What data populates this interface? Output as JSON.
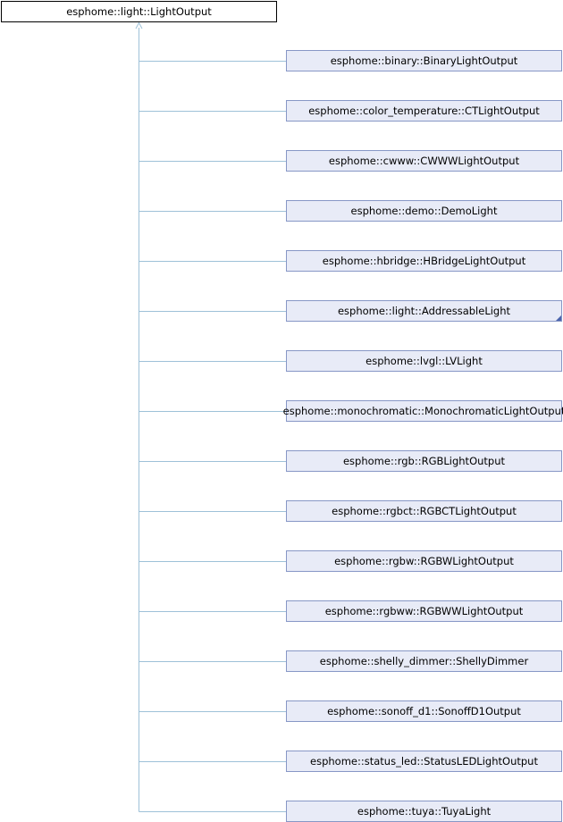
{
  "base_class": {
    "label": "esphome::light::LightOutput"
  },
  "derived_classes": [
    {
      "label": "esphome::binary::BinaryLightOutput",
      "has_more": false
    },
    {
      "label": "esphome::color_temperature::CTLightOutput",
      "has_more": false
    },
    {
      "label": "esphome::cwww::CWWWLightOutput",
      "has_more": false
    },
    {
      "label": "esphome::demo::DemoLight",
      "has_more": false
    },
    {
      "label": "esphome::hbridge::HBridgeLightOutput",
      "has_more": false
    },
    {
      "label": "esphome::light::AddressableLight",
      "has_more": true
    },
    {
      "label": "esphome::lvgl::LVLight",
      "has_more": false
    },
    {
      "label": "esphome::monochromatic::MonochromaticLightOutput",
      "has_more": false
    },
    {
      "label": "esphome::rgb::RGBLightOutput",
      "has_more": false
    },
    {
      "label": "esphome::rgbct::RGBCTLightOutput",
      "has_more": false
    },
    {
      "label": "esphome::rgbw::RGBWLightOutput",
      "has_more": false
    },
    {
      "label": "esphome::rgbww::RGBWWLightOutput",
      "has_more": false
    },
    {
      "label": "esphome::shelly_dimmer::ShellyDimmer",
      "has_more": false
    },
    {
      "label": "esphome::sonoff_d1::SonoffD1Output",
      "has_more": false
    },
    {
      "label": "esphome::status_led::StatusLEDLightOutput",
      "has_more": false
    },
    {
      "label": "esphome::tuya::TuyaLight",
      "has_more": false
    }
  ],
  "colors": {
    "edge": "#9ec1d8",
    "node_fill": "#e8ebf7",
    "node_border": "#8797c6",
    "more_marker": "#4b64ad"
  }
}
